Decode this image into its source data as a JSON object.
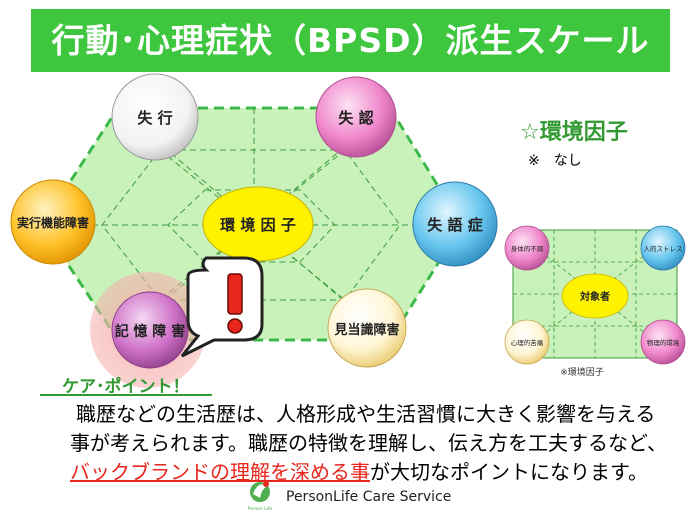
{
  "title": "行動･心理症状（BPSD）派生スケール",
  "nodes": {
    "shikkou": "失 行",
    "shinin": "失 認",
    "shitsugosho": "失 語 症",
    "kentoushiki": "見当識障害",
    "kioku": "記 憶 障 害",
    "jikkou": "実行機能障害",
    "kankyo": "環 境 因 子"
  },
  "side": {
    "title": "☆環境因子",
    "note": "※　なし"
  },
  "mini": {
    "center": "対象者",
    "tl": "身体的不調",
    "tr": "人的ストレス",
    "bl": "心理的苦痛",
    "br": "物理的環境",
    "caption": "※環境因子"
  },
  "care": {
    "title": "ケア･ポイント！",
    "text_before": "職歴などの生活歴は、人格形成や生活習慣に大きく影響を与える事が考えられます。職歴の特徴を理解し、伝え方を工夫するなど、",
    "text_highlight": "バックブランドの理解を深める事",
    "text_after": "が大切なポイントになります。"
  },
  "footer": {
    "company": "PersonLife Care Service"
  },
  "colors": {
    "green": "#3fc63f",
    "dark_green": "#339933",
    "hex_fill": "#c9f2bb",
    "highlight": "#e8271c"
  }
}
